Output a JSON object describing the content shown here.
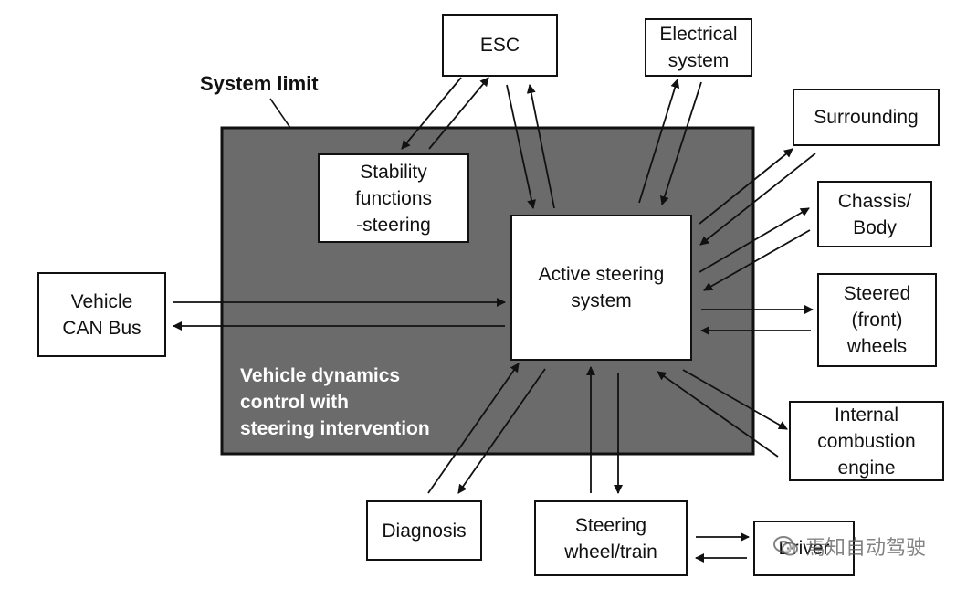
{
  "colors": {
    "system_fill": "#6b6b6b",
    "line": "#111111",
    "box_fill": "#ffffff",
    "internal_label": "#ffffff"
  },
  "labels": {
    "system_limit": "System limit",
    "internal": "Vehicle dynamics\ncontrol with\nsteering intervention"
  },
  "boxes": {
    "active_steering": "Active steering\nsystem",
    "stability": "Stability\nfunctions\n-steering",
    "esc": "ESC",
    "electrical": "Electrical\nsystem",
    "surrounding": "Surrounding",
    "chassis": "Chassis/\nBody",
    "steered_wheels": "Steered\n(front)\nwheels",
    "engine": "Internal\ncombustion\nengine",
    "diagnosis": "Diagnosis",
    "steering_wheel": "Steering\nwheel/train",
    "driver": "Driver",
    "can_bus": "Vehicle\nCAN Bus"
  },
  "watermark": {
    "text": "焉知自动驾驶",
    "icon": "wechat-icon"
  }
}
